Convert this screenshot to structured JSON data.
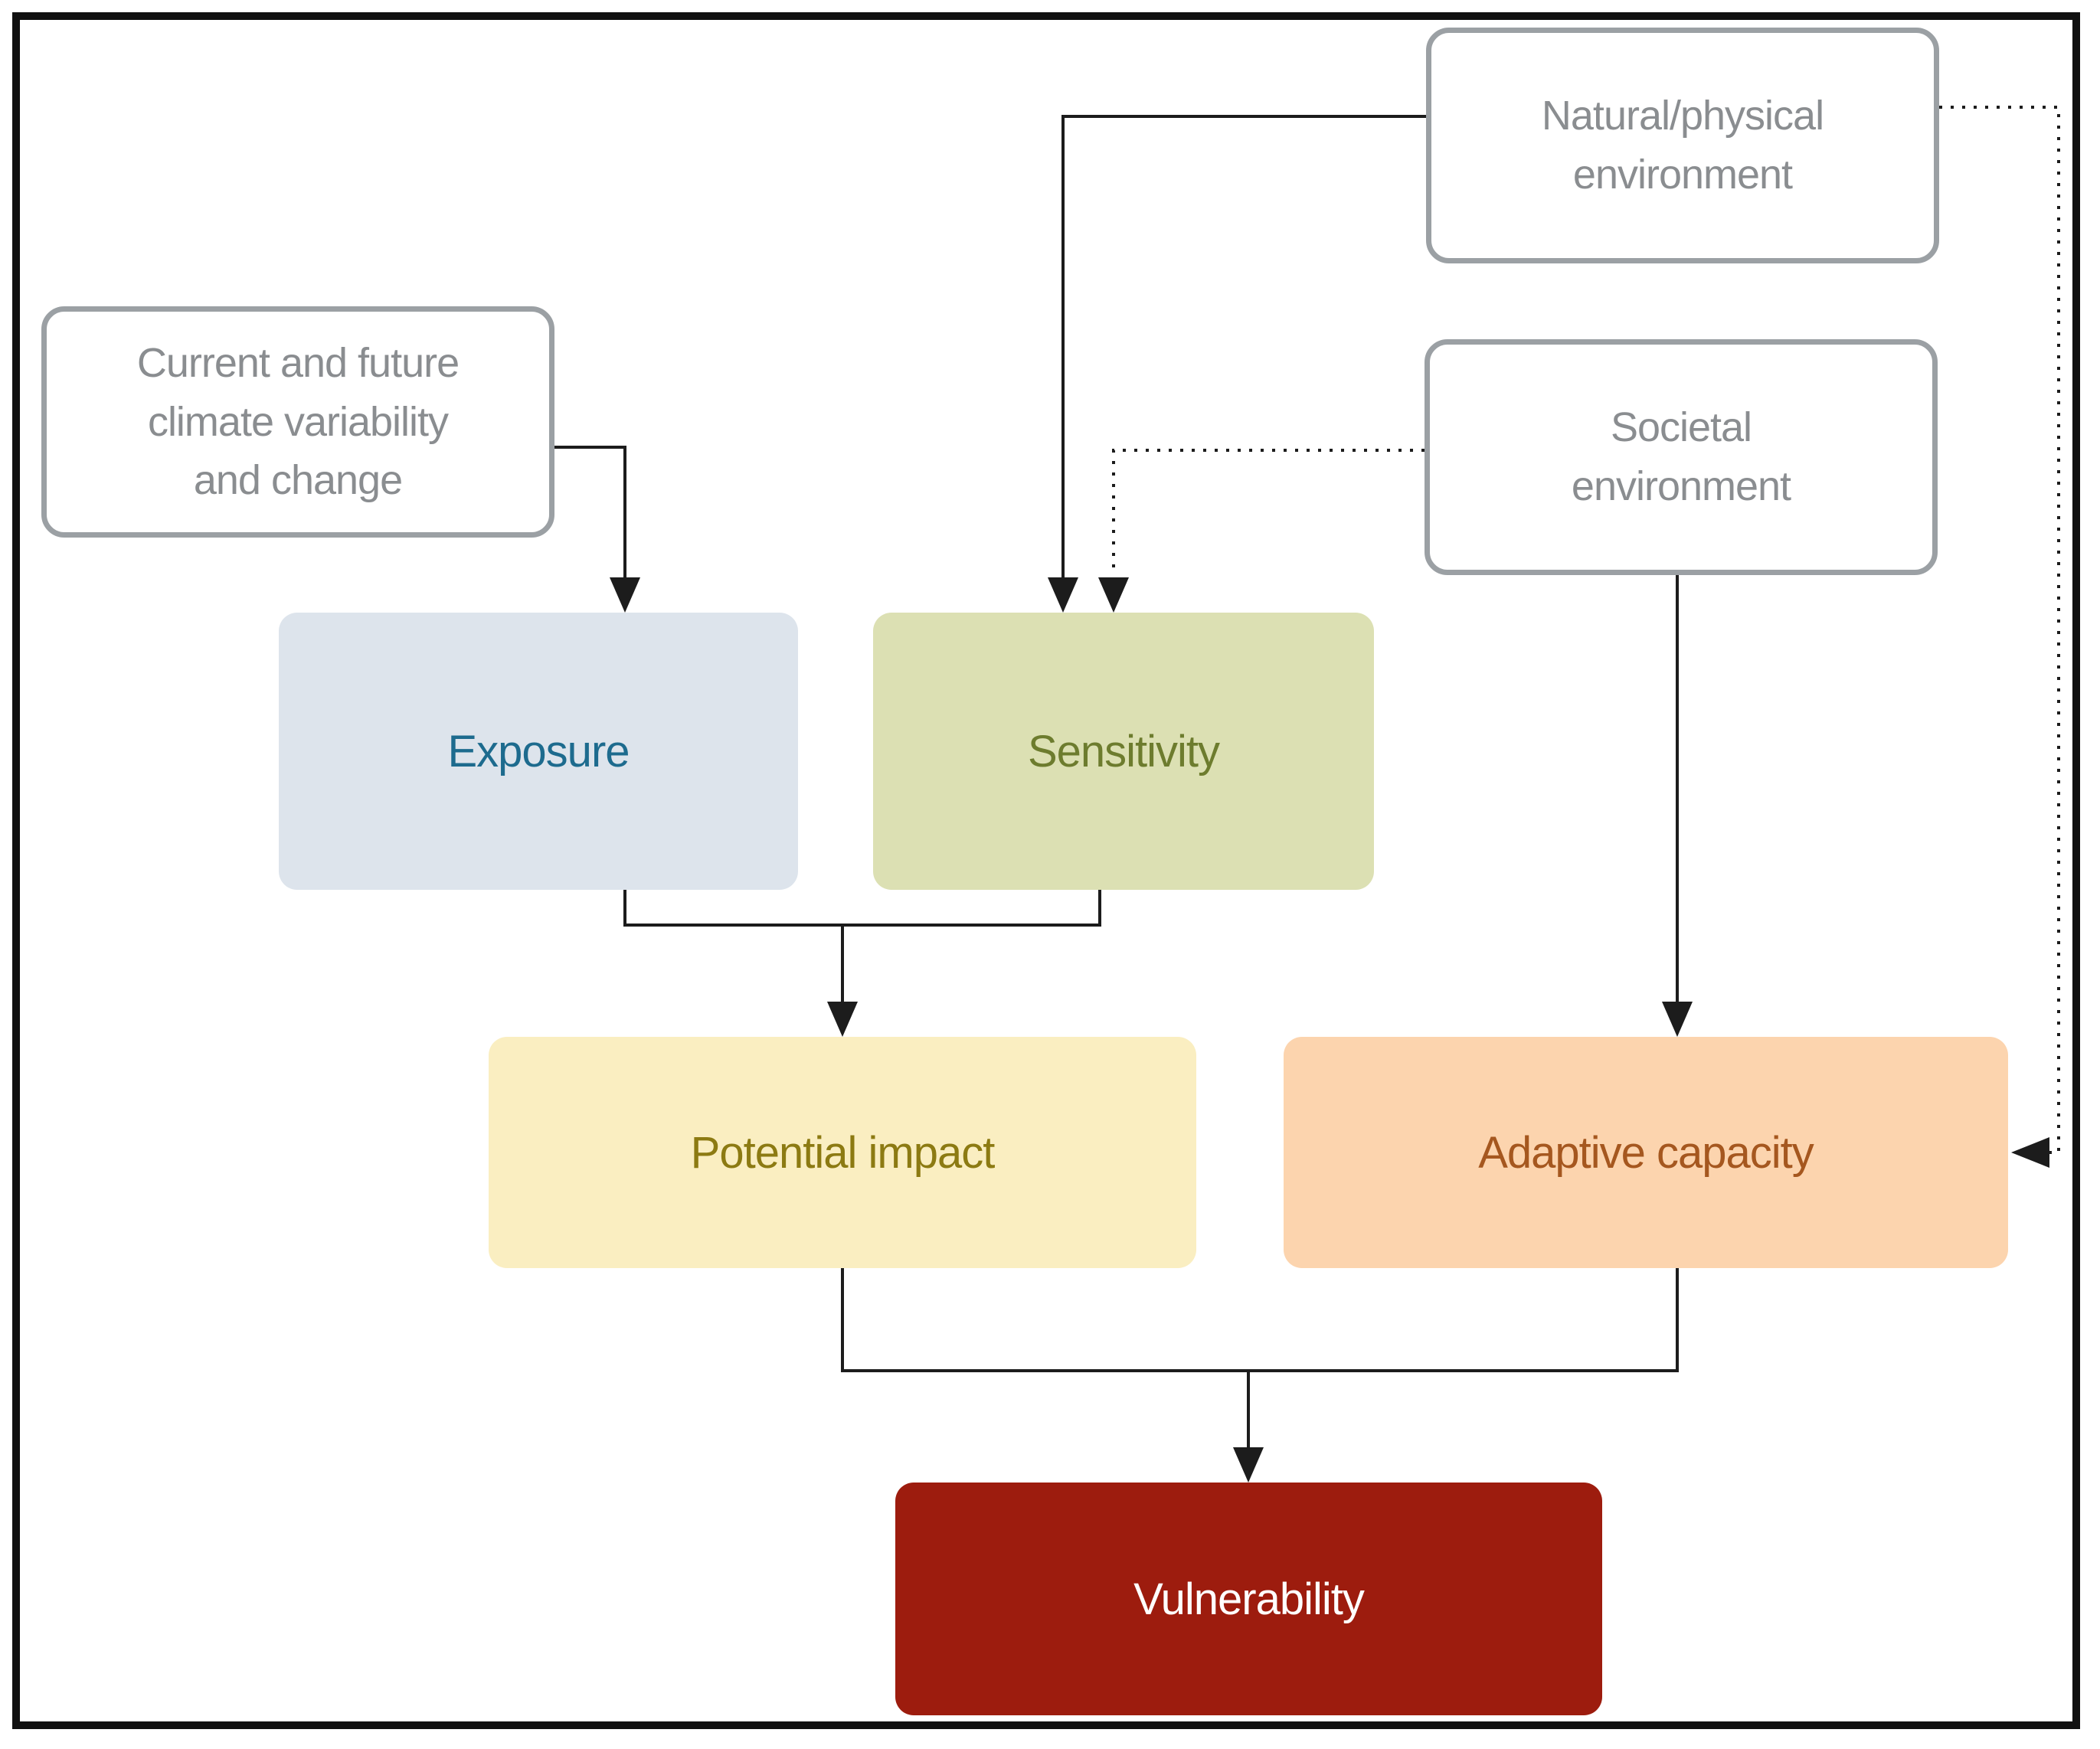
{
  "diagram": {
    "type": "flowchart",
    "topic": "Climate vulnerability assessment framework",
    "nodes": {
      "climate": {
        "label": "Current and future climate variability and change",
        "lines": [
          "Current and future",
          "climate variability",
          "and change"
        ],
        "style": "outlined",
        "fill": "#ffffff",
        "border_color": "#9ba0a4",
        "text_color": "#8a8d90"
      },
      "natural": {
        "label": "Natural/physical environment",
        "lines": [
          "Natural/physical",
          "environment"
        ],
        "style": "outlined",
        "fill": "#ffffff",
        "border_color": "#9ba0a4",
        "text_color": "#8a8d90"
      },
      "societal": {
        "label": "Societal environment",
        "lines": [
          "Societal",
          "environment"
        ],
        "style": "outlined",
        "fill": "#ffffff",
        "border_color": "#9ba0a4",
        "text_color": "#8a8d90"
      },
      "exposure": {
        "label": "Exposure",
        "style": "filled",
        "fill": "#dde4ec",
        "text_color": "#1d6b8e"
      },
      "sensitivity": {
        "label": "Sensitivity",
        "style": "filled",
        "fill": "#dce0b3",
        "text_color": "#6d7c2e"
      },
      "potential_impact": {
        "label": "Potential impact",
        "style": "filled",
        "fill": "#faeec1",
        "text_color": "#8c7a12"
      },
      "adaptive_capacity": {
        "label": "Adaptive capacity",
        "style": "filled",
        "fill": "#fcd4ae",
        "text_color": "#a5571f"
      },
      "vulnerability": {
        "label": "Vulnerability",
        "style": "filled",
        "fill": "#9d1c0e",
        "text_color": "#ffffff"
      }
    },
    "edges": [
      {
        "from": "Current and future climate variability and change",
        "to": "Exposure",
        "style": "solid"
      },
      {
        "from": "Natural/physical environment",
        "to": "Sensitivity",
        "style": "solid"
      },
      {
        "from": "Societal environment",
        "to": "Sensitivity",
        "style": "dotted"
      },
      {
        "from": "Natural/physical environment",
        "to": "Adaptive capacity",
        "style": "dotted"
      },
      {
        "from": "Societal environment",
        "to": "Adaptive capacity",
        "style": "solid"
      },
      {
        "from": "Exposure",
        "to": "Potential impact",
        "style": "solid",
        "joined_with": "Sensitivity"
      },
      {
        "from": "Sensitivity",
        "to": "Potential impact",
        "style": "solid",
        "joined_with": "Exposure"
      },
      {
        "from": "Potential impact",
        "to": "Vulnerability",
        "style": "solid",
        "joined_with": "Adaptive capacity"
      },
      {
        "from": "Adaptive capacity",
        "to": "Vulnerability",
        "style": "solid",
        "joined_with": "Potential impact"
      }
    ],
    "colors": {
      "connector": "#1c1c1c",
      "frame": "#111111",
      "background": "#ffffff"
    }
  }
}
